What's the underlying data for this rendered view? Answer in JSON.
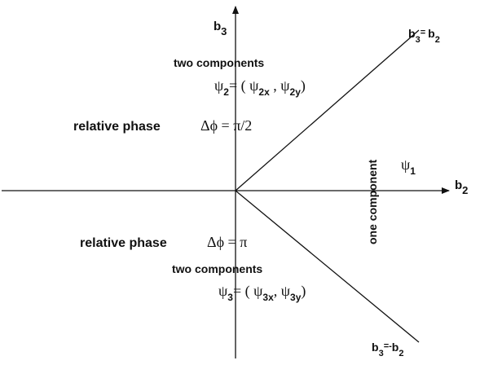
{
  "axes": {
    "horizontal": {
      "base": "b",
      "sub": "2"
    },
    "vertical": {
      "base": "b",
      "sub": "3"
    }
  },
  "lines": {
    "upper": {
      "lhs_base": "b",
      "lhs_sub": "3",
      "eq": "= ",
      "rhs_base": "b",
      "rhs_sub": "2"
    },
    "lower": {
      "lhs_base": "b",
      "lhs_sub": "3",
      "eq": "=-",
      "rhs_base": "b",
      "rhs_sub": "2"
    }
  },
  "upper_region": {
    "heading": "two components",
    "psi": "ψ",
    "psi_sub": "2",
    "eq_open": "= ( ",
    "comp1_sub": "2x",
    "comma": " , ",
    "comp2_sub": "2y",
    "close": ")",
    "phase_label": "relative phase",
    "phase_expr": "Δϕ = π/2"
  },
  "lower_region": {
    "heading": "two components",
    "psi": "ψ",
    "psi_sub": "3",
    "eq_open": "= ( ",
    "comp1_sub": "3x",
    "comma": ", ",
    "comp2_sub": "3y",
    "close": ")",
    "phase_label": "relative phase",
    "phase_expr": "Δϕ = π"
  },
  "right_region": {
    "vertical_label": "one component",
    "psi": "ψ",
    "psi_sub": "1"
  },
  "colors": {
    "ink": "#111111",
    "background": "#ffffff"
  }
}
